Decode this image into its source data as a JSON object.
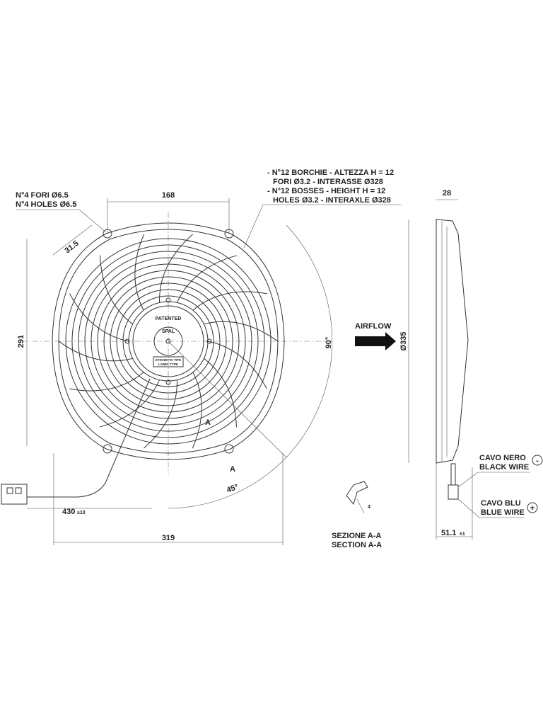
{
  "notes": {
    "holes_it": "N°4 FORI Ø6.5",
    "holes_en": "N°4 HOLES Ø6.5",
    "bosses_it_1": "- N°12 BORCHIE - ALTEZZA H = 12",
    "bosses_it_2": "FORI Ø3.2 - INTERASSE Ø328",
    "bosses_en_1": "- N°12 BOSSES - HEIGHT H = 12",
    "bosses_en_2": "HOLES Ø3.2 - INTERAXLE Ø328"
  },
  "dimensions": {
    "top_width": "168",
    "side_depth": "28",
    "hole_offset": "31.5",
    "height": "291",
    "angle_90": "90°",
    "angle_45": "45°",
    "diameter": "Ø335",
    "cable_length": "430",
    "cable_tol": "±10",
    "overall_width": "319",
    "connector_depth": "51.1",
    "connector_tol": "±1",
    "section_thickness": "4"
  },
  "labels": {
    "airflow": "AIRFLOW",
    "section_it": "SEZIONE A-A",
    "section_en": "SECTION A-A",
    "section_mark": "A",
    "black_wire_it": "CAVO NERO",
    "black_wire_en": "BLACK WIRE",
    "black_symbol": "-",
    "blue_wire_it": "CAVO BLU",
    "blue_wire_en": "BLUE WIRE",
    "blue_symbol": "+",
    "patented": "PATENTED",
    "label_type_it": "ETICHETTA TIPO",
    "label_type_en": "LABEL TYPE",
    "brand": "SPAL"
  }
}
